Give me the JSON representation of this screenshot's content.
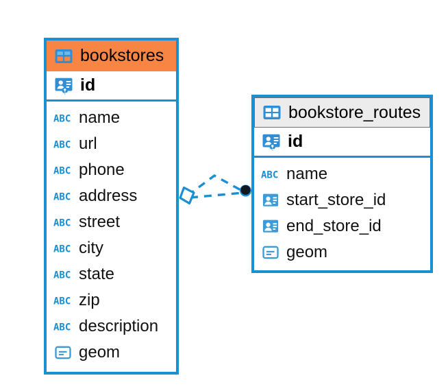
{
  "diagram": {
    "type": "entity-relationship-diagram",
    "background": "#ffffff",
    "accent_color": "#1a8fd1",
    "highlight_color": "#f98545",
    "neutral_header_color": "#ececec"
  },
  "entities": [
    {
      "name": "bookstores",
      "header_style": "accent",
      "icon": "table-icon",
      "primary_key": {
        "name": "id",
        "icon": "primary-key-icon"
      },
      "fields": [
        {
          "name": "name",
          "icon": "text-type-icon",
          "icon_label": "ABC"
        },
        {
          "name": "url",
          "icon": "text-type-icon",
          "icon_label": "ABC"
        },
        {
          "name": "phone",
          "icon": "text-type-icon",
          "icon_label": "ABC"
        },
        {
          "name": "address",
          "icon": "text-type-icon",
          "icon_label": "ABC"
        },
        {
          "name": "street",
          "icon": "text-type-icon",
          "icon_label": "ABC"
        },
        {
          "name": "city",
          "icon": "text-type-icon",
          "icon_label": "ABC"
        },
        {
          "name": "state",
          "icon": "text-type-icon",
          "icon_label": "ABC"
        },
        {
          "name": "zip",
          "icon": "text-type-icon",
          "icon_label": "ABC"
        },
        {
          "name": "description",
          "icon": "text-type-icon",
          "icon_label": "ABC"
        },
        {
          "name": "geom",
          "icon": "geometry-type-icon",
          "icon_label": ""
        }
      ]
    },
    {
      "name": "bookstore_routes",
      "header_style": "neutral",
      "icon": "table-icon",
      "primary_key": {
        "name": "id",
        "icon": "primary-key-icon"
      },
      "fields": [
        {
          "name": "name",
          "icon": "text-type-icon",
          "icon_label": "ABC"
        },
        {
          "name": "start_store_id",
          "icon": "foreign-key-icon",
          "icon_label": ""
        },
        {
          "name": "end_store_id",
          "icon": "foreign-key-icon",
          "icon_label": ""
        },
        {
          "name": "geom",
          "icon": "geometry-type-icon",
          "icon_label": ""
        }
      ]
    }
  ],
  "relationship": {
    "from_entity": "bookstores",
    "to_entity": "bookstore_routes",
    "line_style": "dashed",
    "color": "#1a8fd1",
    "source_marker": "diamond",
    "target_marker": "filled-circle"
  }
}
